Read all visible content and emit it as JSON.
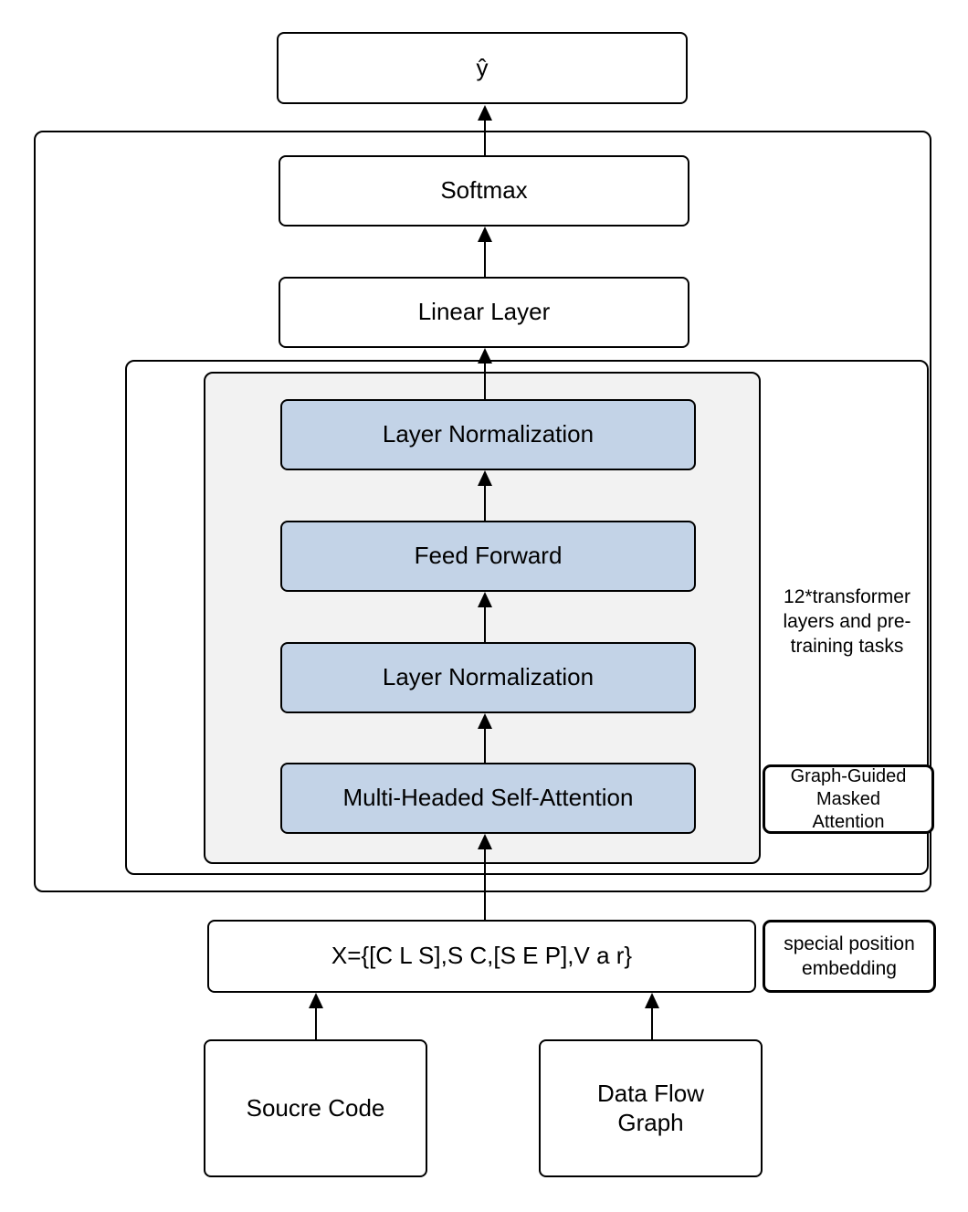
{
  "diagram": {
    "nodes": {
      "output": "ŷ",
      "softmax": "Softmax",
      "linear": "Linear Layer",
      "layer_norm_top": "Layer Normalization",
      "feed_forward": "Feed Forward",
      "layer_norm_bottom": "Layer Normalization",
      "self_attention": "Multi-Headed Self-Attention",
      "input": "X={[C L S],S C,[S E P],V a r}",
      "source_code": "Soucre Code",
      "data_flow_graph": "Data Flow\nGraph"
    },
    "annotations": {
      "transformer_layers": "12*transformer\nlayers and pre-\ntraining tasks",
      "masked_attention": "Graph-Guided\nMasked\nAttention",
      "position_embedding": "special position\nembedding"
    },
    "colors": {
      "block_fill": "#c3d3e7",
      "container_fill": "#f2f2f2",
      "border": "#000000",
      "background": "#ffffff"
    }
  }
}
